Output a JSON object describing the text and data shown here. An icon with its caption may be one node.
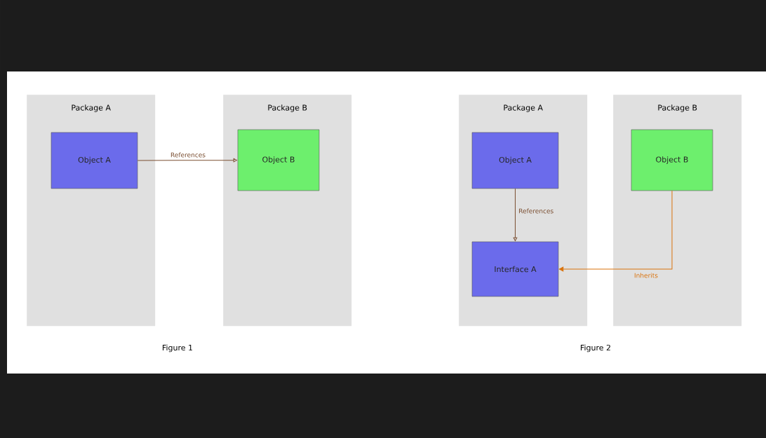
{
  "diagram": {
    "nodes": [
      {
        "text": [
          "Package A"
        ]
      },
      {
        "text": [
          "Object A"
        ],
        "in": 0
      },
      {
        "text": [
          "Package B"
        ]
      },
      {
        "text": [
          "Object B"
        ],
        "in": 2
      },
      {
        "text": [
          "Package A"
        ]
      },
      {
        "text": [
          "Object A"
        ],
        "in": 4
      },
      {
        "text": [
          "Interface A"
        ],
        "in": 4
      },
      {
        "text": [
          "Package B"
        ]
      },
      {
        "text": [
          "Object B"
        ],
        "in": 7
      }
    ],
    "edges": [
      {
        "from": 1,
        "to": 3,
        "arrow": "to",
        "label": "References"
      },
      {
        "from": 5,
        "to": 6,
        "arrow": "to",
        "label": "References"
      },
      {
        "from": 8,
        "to": 6,
        "arrow": "to",
        "label": "Inherits",
        "color": "#d9730d"
      }
    ],
    "labels": [
      "Figure 1",
      "Figure 2"
    ]
  }
}
